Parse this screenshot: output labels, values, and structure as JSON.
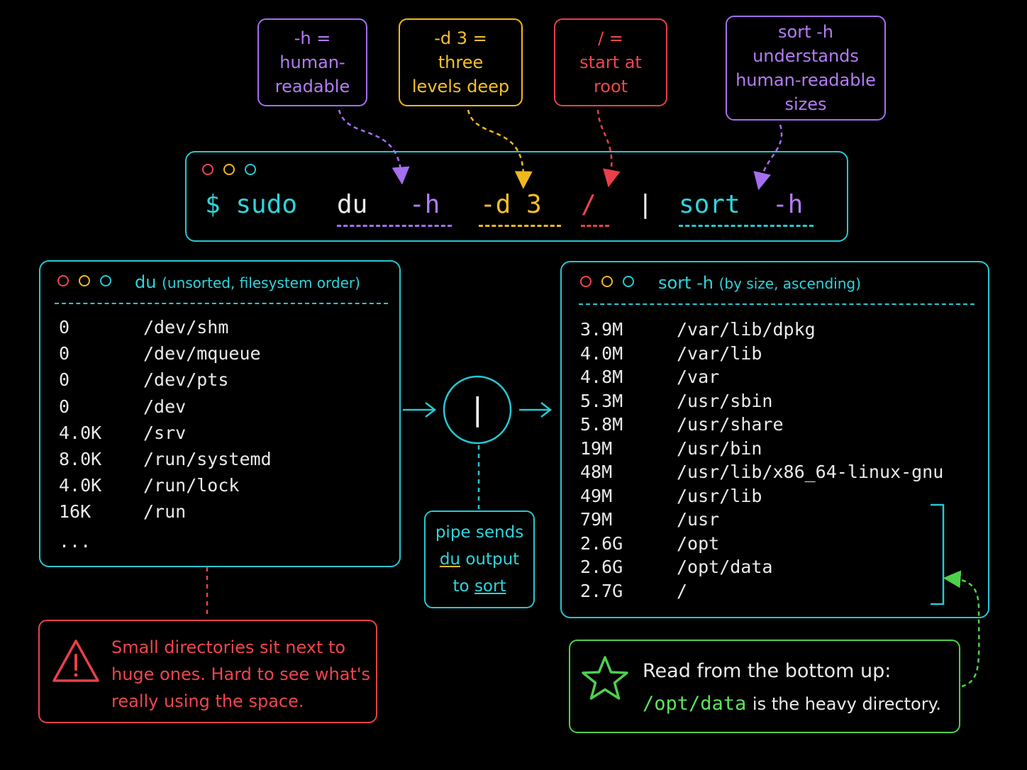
{
  "notes": {
    "h_flag": [
      "-h =",
      "human-",
      "readable"
    ],
    "d_flag": [
      "-d 3 =",
      "three",
      "levels deep"
    ],
    "root": [
      "/ =",
      "start at",
      "root"
    ],
    "sort_h": [
      "sort -h",
      "understands",
      "human-readable",
      "sizes"
    ]
  },
  "command": {
    "prompt": "$ sudo",
    "du": "du",
    "h": "-h",
    "d3": "-d 3",
    "slash": "/",
    "pipe": "|",
    "sort": "sort",
    "sort_h": "-h"
  },
  "du_window": {
    "title": "du",
    "subtitle": "(unsorted, filesystem order)",
    "rows": [
      {
        "size": "0",
        "path": "/dev/shm"
      },
      {
        "size": "0",
        "path": "/dev/mqueue"
      },
      {
        "size": "0",
        "path": "/dev/pts"
      },
      {
        "size": "0",
        "path": "/dev"
      },
      {
        "size": "4.0K",
        "path": "/srv"
      },
      {
        "size": "8.0K",
        "path": "/run/systemd"
      },
      {
        "size": "4.0K",
        "path": "/run/lock"
      },
      {
        "size": "16K",
        "path": "/run"
      }
    ],
    "ellipsis": "..."
  },
  "sort_window": {
    "title": "sort -h",
    "subtitle": "(by size, ascending)",
    "rows": [
      {
        "size": "3.9M",
        "path": "/var/lib/dpkg"
      },
      {
        "size": "4.0M",
        "path": "/var/lib"
      },
      {
        "size": "4.8M",
        "path": "/var"
      },
      {
        "size": "5.3M",
        "path": "/usr/sbin"
      },
      {
        "size": "5.8M",
        "path": "/usr/share"
      },
      {
        "size": "19M",
        "path": "/usr/bin"
      },
      {
        "size": "48M",
        "path": "/usr/lib/x86_64-linux-gnu"
      },
      {
        "size": "49M",
        "path": "/usr/lib"
      },
      {
        "size": "79M",
        "path": "/usr"
      },
      {
        "size": "2.6G",
        "path": "/opt"
      },
      {
        "size": "2.6G",
        "path": "/opt/data"
      },
      {
        "size": "2.7G",
        "path": "/"
      }
    ]
  },
  "pipe_symbol": "|",
  "pipe_note": {
    "line1": "pipe sends",
    "du": "du",
    "output": "output",
    "to": "to",
    "sort": "sort"
  },
  "warning": {
    "lines": [
      "Small directories sit next to",
      "huge ones. Hard to see what's",
      "really using the space."
    ]
  },
  "tip": {
    "line1": "Read from the bottom up:",
    "path": "/opt/data",
    "rest": "is the heavy directory."
  },
  "colors": {
    "cyan": "#26c8d2",
    "purple": "#a56ef0",
    "yellow": "#f0b81e",
    "red": "#e8404a",
    "green": "#4ed04c"
  },
  "icons": [
    "warning-icon",
    "star-icon",
    "window-dots-icon"
  ]
}
